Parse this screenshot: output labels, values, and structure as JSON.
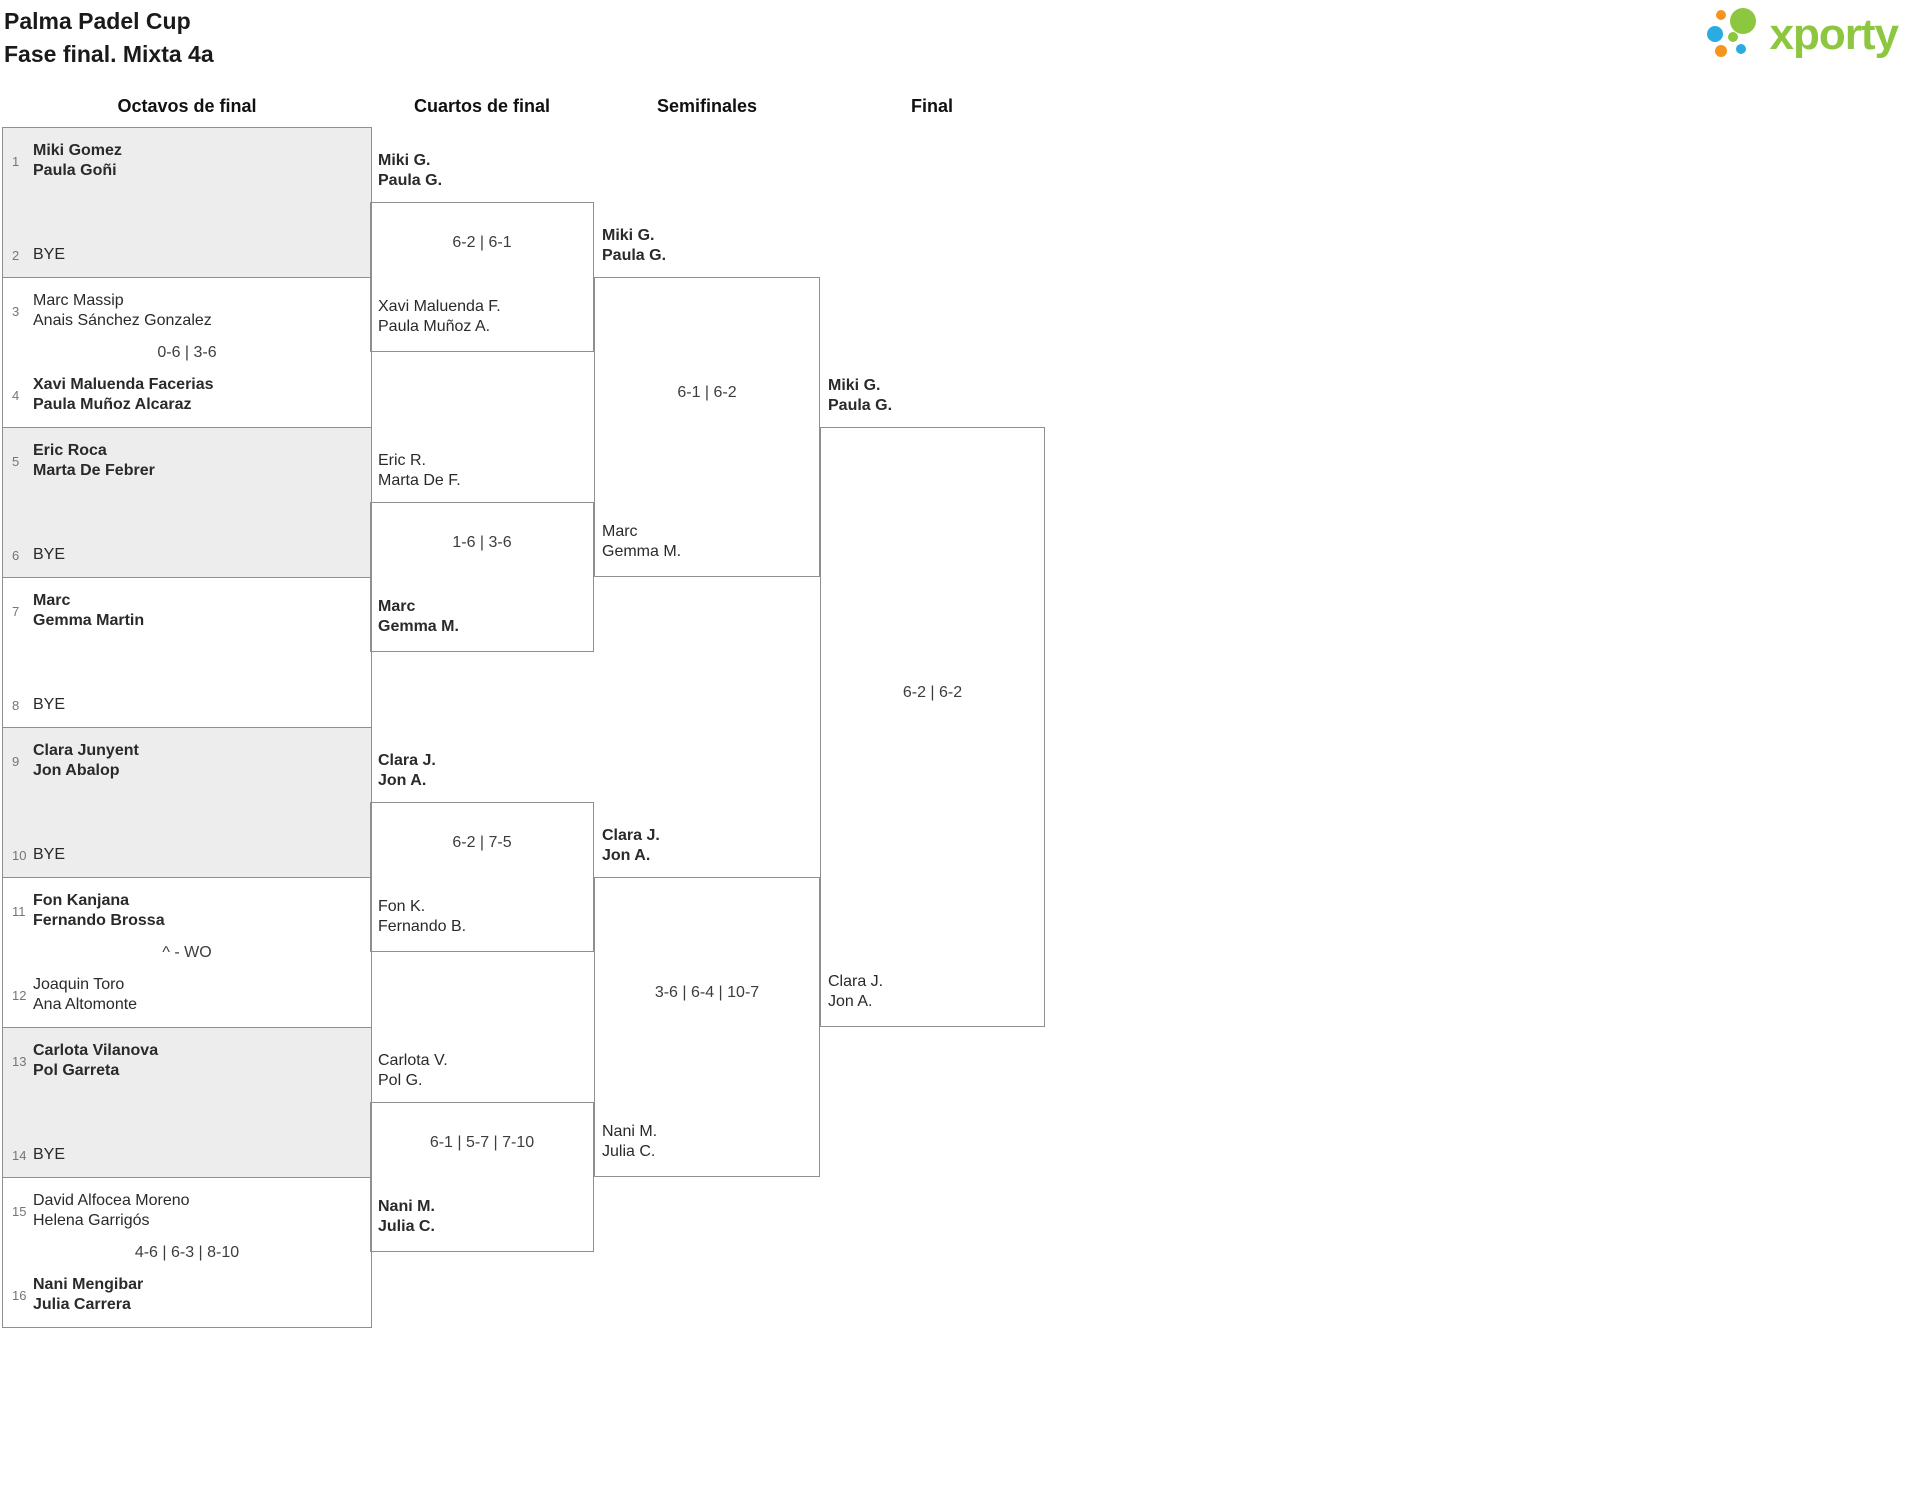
{
  "header": {
    "title": "Palma Padel Cup",
    "subtitle": "Fase final. Mixta 4a"
  },
  "logo": {
    "text": "xporty",
    "green": "#8dc63f",
    "orange": "#f7941d",
    "blue": "#2aabe2"
  },
  "round_headers": [
    "Octavos de final",
    "Cuartos de final",
    "Semifinales",
    "Final"
  ],
  "r16": [
    {
      "shaded": true,
      "score": "",
      "top": {
        "seed": "1",
        "line1": "Miki Gomez",
        "line2": "Paula Goñi",
        "winner": true
      },
      "bottom": {
        "seed": "2",
        "line1": "BYE",
        "line2": "",
        "winner": false
      }
    },
    {
      "shaded": false,
      "score": "0-6 | 3-6",
      "top": {
        "seed": "3",
        "line1": "Marc Massip",
        "line2": "Anais Sánchez Gonzalez",
        "winner": false
      },
      "bottom": {
        "seed": "4",
        "line1": "Xavi Maluenda Facerias",
        "line2": "Paula Muñoz Alcaraz",
        "winner": true
      }
    },
    {
      "shaded": true,
      "score": "",
      "top": {
        "seed": "5",
        "line1": "Eric Roca",
        "line2": "Marta De Febrer",
        "winner": true
      },
      "bottom": {
        "seed": "6",
        "line1": "BYE",
        "line2": "",
        "winner": false
      }
    },
    {
      "shaded": false,
      "score": "",
      "top": {
        "seed": "7",
        "line1": "Marc",
        "line2": "Gemma Martin",
        "winner": true
      },
      "bottom": {
        "seed": "8",
        "line1": "BYE",
        "line2": "",
        "winner": false
      }
    },
    {
      "shaded": true,
      "score": "",
      "top": {
        "seed": "9",
        "line1": "Clara Junyent",
        "line2": "Jon Abalop",
        "winner": true
      },
      "bottom": {
        "seed": "10",
        "line1": "BYE",
        "line2": "",
        "winner": false
      }
    },
    {
      "shaded": false,
      "score": "^ - WO",
      "top": {
        "seed": "11",
        "line1": "Fon Kanjana",
        "line2": "Fernando Brossa",
        "winner": true
      },
      "bottom": {
        "seed": "12",
        "line1": "Joaquin Toro",
        "line2": "Ana Altomonte",
        "winner": false
      }
    },
    {
      "shaded": true,
      "score": "",
      "top": {
        "seed": "13",
        "line1": "Carlota Vilanova",
        "line2": "Pol Garreta",
        "winner": true
      },
      "bottom": {
        "seed": "14",
        "line1": "BYE",
        "line2": "",
        "winner": false
      }
    },
    {
      "shaded": false,
      "score": "4-6 | 6-3 | 8-10",
      "top": {
        "seed": "15",
        "line1": "David Alfocea Moreno",
        "line2": "Helena Garrigós",
        "winner": false
      },
      "bottom": {
        "seed": "16",
        "line1": "Nani Mengibar",
        "line2": "Julia Carrera",
        "winner": true
      }
    }
  ],
  "qf": [
    {
      "score": "6-2 | 6-1",
      "top": {
        "line1": "Miki G.",
        "line2": "Paula G.",
        "winner": true
      },
      "bottom": {
        "line1": "Xavi Maluenda F.",
        "line2": "Paula Muñoz A.",
        "winner": false
      }
    },
    {
      "score": "1-6 | 3-6",
      "top": {
        "line1": "Eric R.",
        "line2": "Marta De F.",
        "winner": false
      },
      "bottom": {
        "line1": "Marc",
        "line2": "Gemma M.",
        "winner": true
      }
    },
    {
      "score": "6-2 | 7-5",
      "top": {
        "line1": "Clara J.",
        "line2": "Jon A.",
        "winner": true
      },
      "bottom": {
        "line1": "Fon K.",
        "line2": "Fernando B.",
        "winner": false
      }
    },
    {
      "score": "6-1 | 5-7 | 7-10",
      "top": {
        "line1": "Carlota V.",
        "line2": "Pol G.",
        "winner": false
      },
      "bottom": {
        "line1": "Nani M.",
        "line2": "Julia C.",
        "winner": true
      }
    }
  ],
  "sf": [
    {
      "score": "6-1 | 6-2",
      "top": {
        "line1": "Miki G.",
        "line2": "Paula G.",
        "winner": true
      },
      "bottom": {
        "line1": "Marc",
        "line2": "Gemma M.",
        "winner": false
      }
    },
    {
      "score": "3-6 | 6-4 | 10-7",
      "top": {
        "line1": "Clara J.",
        "line2": "Jon A.",
        "winner": true
      },
      "bottom": {
        "line1": "Nani M.",
        "line2": "Julia C.",
        "winner": false
      }
    }
  ],
  "final": {
    "score": "6-2 | 6-2",
    "top": {
      "line1": "Miki G.",
      "line2": "Paula G.",
      "winner": true
    },
    "bottom": {
      "line1": "Clara J.",
      "line2": "Jon A.",
      "winner": false
    }
  }
}
